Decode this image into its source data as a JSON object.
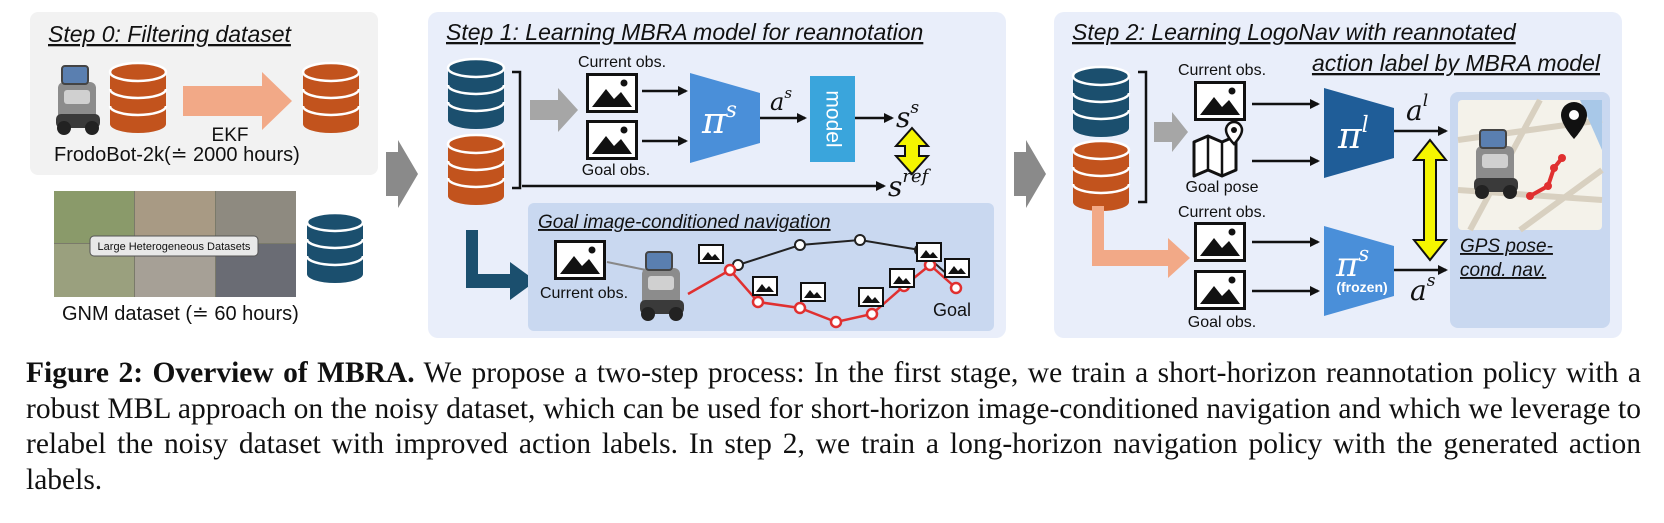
{
  "step0": {
    "title": "Step 0: Filtering dataset",
    "ekf_label": "EKF",
    "frodobot_label": "FrodoBot-2k(≐ 2000 hours)",
    "photo_label": "Large Heterogeneous Datasets",
    "gnm_label": "GNM dataset (≐ 60 hours)"
  },
  "step1": {
    "title": "Step 1: Learning MBRA model for reannotation",
    "current_obs": "Current obs.",
    "goal_obs": "Goal obs.",
    "policy_symbol": "π",
    "policy_sup": "s",
    "action_symbol": "a",
    "action_sup": "s",
    "model_label": "model",
    "state_symbol": "s",
    "state_sup": "s",
    "ref_symbol": "s",
    "ref_sup": "ref",
    "sub_title": "Goal image-conditioned navigation",
    "sub_current_obs": "Current obs.",
    "sub_goal": "Goal"
  },
  "step2": {
    "title_line1": "Step 2: Learning LogoNav with reannotated",
    "title_line2": "action label by MBRA model",
    "current_obs_top": "Current obs.",
    "goal_pose": "Goal pose",
    "current_obs_bottom": "Current obs.",
    "goal_obs": "Goal obs.",
    "policy_l_symbol": "π",
    "policy_l_sup": "l",
    "action_l_symbol": "a",
    "action_l_sup": "l",
    "policy_s_symbol": "π",
    "policy_s_sup": "s",
    "frozen_label": "(frozen)",
    "action_s_symbol": "a",
    "action_s_sup": "s",
    "gps_line1": "GPS pose-",
    "gps_line2": "cond. nav."
  },
  "caption": {
    "label": "Figure 2: Overview of MBRA.",
    "text": " We propose a two-step process: In the first stage, we train a short-horizon reannotation policy with a robust MBL approach on the noisy dataset, which can be used for short-horizon image-conditioned navigation and which we leverage to relabel the noisy dataset with improved action labels. In step 2, we train a long-horizon navigation policy with the generated action labels."
  },
  "colors": {
    "panel_gray": "#f2f2f2",
    "panel_blue": "#e9eefa",
    "sub_panel": "#c9d8f0",
    "db_navy": "#1b4f6e",
    "db_orange": "#c2531d",
    "policy_blue": "#4a8fd9",
    "policy_dark": "#1f5d98",
    "model_cyan": "#3aa5dc",
    "peach": "#f2a987",
    "yellow": "#f5f500",
    "path_red": "#e03030"
  },
  "icons": [
    "database-icon",
    "image-icon",
    "map-pin-icon",
    "robot-icon",
    "gps-map-icon"
  ]
}
